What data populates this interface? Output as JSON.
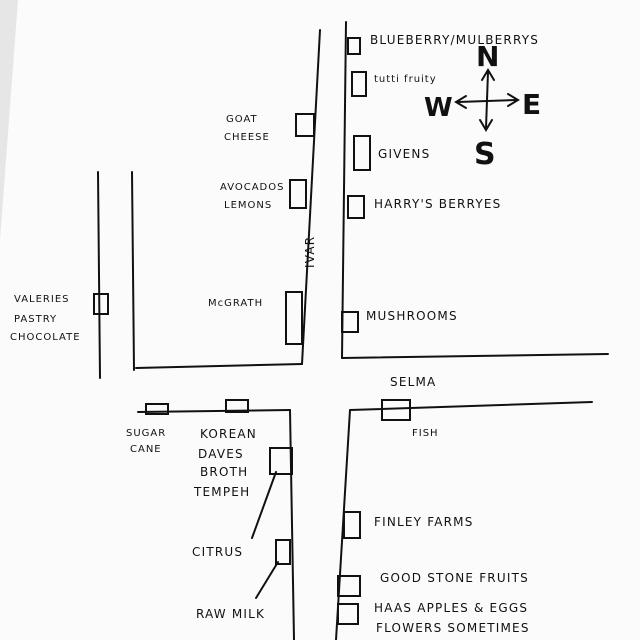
{
  "streets": {
    "north_south": "IVAR",
    "east_west": "SELMA"
  },
  "compass": {
    "north": "N",
    "south": "S",
    "east": "E",
    "west": "W"
  },
  "stalls": {
    "blueberry": "BLUEBERRY/MULBERRYS",
    "tutti_fruity": "tutti fruity",
    "givens": "GIVENS",
    "harrys_berries": "HARRY'S BERRYES",
    "mushrooms": "MUSHROOMS",
    "goat_cheese": [
      "GOAT",
      "CHEESE"
    ],
    "avocados_lemons": [
      "AVOCADOS",
      "LEMONS"
    ],
    "mcgrath": "McGRATH",
    "valeries": [
      "VALERIES",
      "PASTRY",
      "CHOCOLATE"
    ],
    "sugar_cane": [
      "SUGAR",
      "CANE"
    ],
    "korean_daves": [
      "KOREAN",
      "DAVES",
      "BROTH",
      "TEMPEH"
    ],
    "citrus": "CITRUS",
    "raw_milk": "RAW MILK",
    "fish": "FISH",
    "finley_farms": "FINLEY FARMS",
    "good_stone_fruits": "GOOD STONE FRUITS",
    "haas": [
      "HAAS APPLES & EGGS",
      "FLOWERS SOMETIMES"
    ]
  }
}
